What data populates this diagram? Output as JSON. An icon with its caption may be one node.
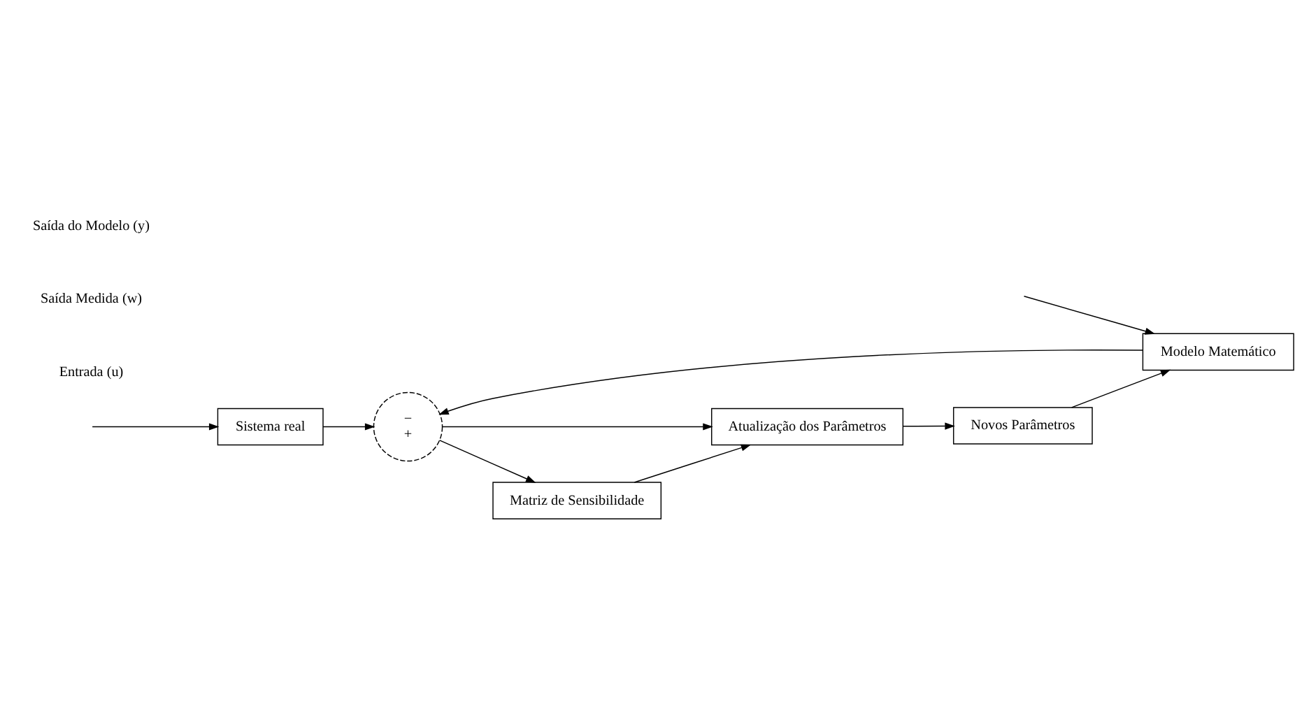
{
  "diagram": {
    "nodes": [
      {
        "text": [
          "Sistema real"
        ]
      },
      {
        "text": [
          "Atualização dos Parâmetros"
        ]
      },
      {
        "text": [
          "Novos Parâmetros"
        ]
      },
      {
        "text": [
          "Matriz de Sensibilidade"
        ]
      },
      {
        "text": [
          "Modelo Matemático"
        ]
      },
      {
        "text": [
          "−",
          "+"
        ]
      }
    ],
    "edges": [
      {
        "from": null,
        "to": 0,
        "arrow": "to"
      },
      {
        "from": null,
        "to": 4,
        "arrow": "to"
      },
      {
        "from": 0,
        "to": 5,
        "arrow": "to"
      },
      {
        "from": 4,
        "to": 5,
        "arrow": "to"
      },
      {
        "from": 5,
        "to": 1,
        "arrow": "to"
      },
      {
        "from": 5,
        "to": 3,
        "arrow": "to"
      },
      {
        "from": 3,
        "to": 1,
        "arrow": "to"
      },
      {
        "from": 1,
        "to": 2,
        "arrow": "to"
      },
      {
        "from": 2,
        "to": 4,
        "arrow": "to"
      }
    ],
    "labels": [
      "Entrada (u)",
      "Saída Medida (w)",
      "Saída do Modelo (y)"
    ]
  }
}
